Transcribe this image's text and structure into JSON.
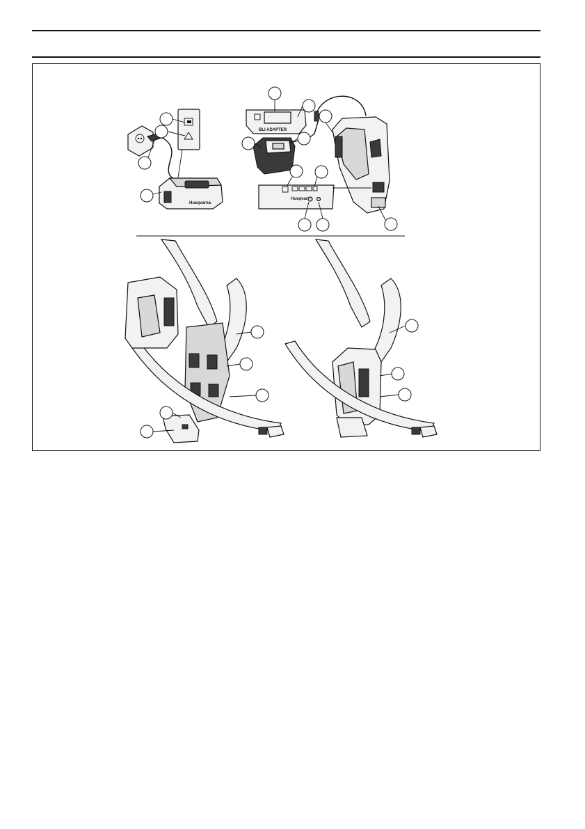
{
  "figure": {
    "detail_labels": {
      "adapter_label": "BLI ADAPTER",
      "charger_brand": "Husqvarna",
      "panel_brand": "Husqvarna"
    },
    "callout_count": 19
  }
}
